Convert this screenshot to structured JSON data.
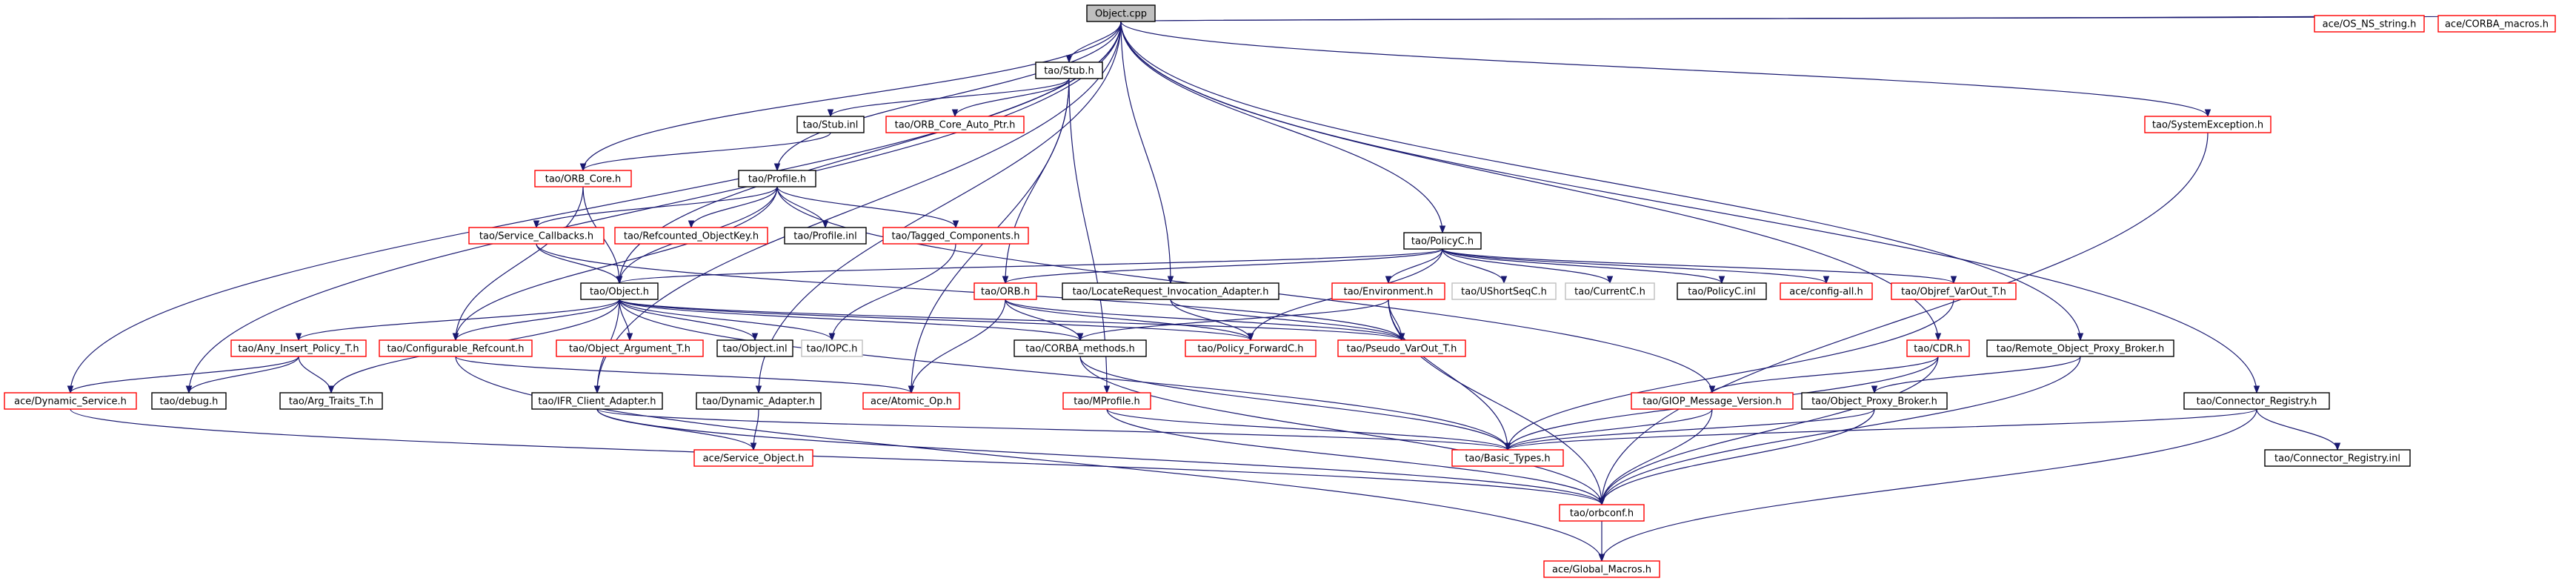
{
  "graph": {
    "colors": {
      "edge": "#191970",
      "border_normal": "#000000",
      "border_link": "#ff0000",
      "border_light": "#bfbfbf",
      "fill_root": "#bfbfbf",
      "fill_normal": "#ffffff"
    },
    "nodes": [
      {
        "id": "object_cpp",
        "label": "Object.cpp",
        "kind": "root"
      },
      {
        "id": "stub_h",
        "label": "tao/Stub.h",
        "kind": "normal"
      },
      {
        "id": "stub_inl",
        "label": "tao/Stub.inl",
        "kind": "normal"
      },
      {
        "id": "orb_core_auto_ptr",
        "label": "tao/ORB_Core_Auto_Ptr.h",
        "kind": "link"
      },
      {
        "id": "orb_core_h",
        "label": "tao/ORB_Core.h",
        "kind": "link"
      },
      {
        "id": "profile_h",
        "label": "tao/Profile.h",
        "kind": "normal"
      },
      {
        "id": "service_callbacks",
        "label": "tao/Service_Callbacks.h",
        "kind": "link"
      },
      {
        "id": "refcounted_objectkey",
        "label": "tao/Refcounted_ObjectKey.h",
        "kind": "link"
      },
      {
        "id": "profile_inl",
        "label": "tao/Profile.inl",
        "kind": "normal"
      },
      {
        "id": "tagged_components",
        "label": "tao/Tagged_Components.h",
        "kind": "link"
      },
      {
        "id": "object_h",
        "label": "tao/Object.h",
        "kind": "normal"
      },
      {
        "id": "policyc_h",
        "label": "tao/PolicyC.h",
        "kind": "normal"
      },
      {
        "id": "orb_h",
        "label": "tao/ORB.h",
        "kind": "link"
      },
      {
        "id": "locaterequest",
        "label": "tao/LocateRequest_Invocation_Adapter.h",
        "kind": "normal"
      },
      {
        "id": "environment_h",
        "label": "tao/Environment.h",
        "kind": "link"
      },
      {
        "id": "ushortseqc",
        "label": "tao/UShortSeqC.h",
        "kind": "light"
      },
      {
        "id": "currentc",
        "label": "tao/CurrentC.h",
        "kind": "light"
      },
      {
        "id": "policyc_inl",
        "label": "tao/PolicyC.inl",
        "kind": "normal"
      },
      {
        "id": "config_all",
        "label": "ace/config-all.h",
        "kind": "link"
      },
      {
        "id": "objref_varout",
        "label": "tao/Objref_VarOut_T.h",
        "kind": "link"
      },
      {
        "id": "any_insert_policy",
        "label": "tao/Any_Insert_Policy_T.h",
        "kind": "link"
      },
      {
        "id": "configurable_refcount",
        "label": "tao/Configurable_Refcount.h",
        "kind": "link"
      },
      {
        "id": "object_argument",
        "label": "tao/Object_Argument_T.h",
        "kind": "link"
      },
      {
        "id": "object_inl",
        "label": "tao/Object.inl",
        "kind": "normal"
      },
      {
        "id": "iiopc",
        "label": "tao/IOPC.h",
        "kind": "light"
      },
      {
        "id": "corba_methods",
        "label": "tao/CORBA_methods.h",
        "kind": "normal"
      },
      {
        "id": "policy_forwardc",
        "label": "tao/Policy_ForwardC.h",
        "kind": "link"
      },
      {
        "id": "pseudo_varout",
        "label": "tao/Pseudo_VarOut_T.h",
        "kind": "link"
      },
      {
        "id": "cdr_h",
        "label": "tao/CDR.h",
        "kind": "link"
      },
      {
        "id": "remote_object_proxy",
        "label": "tao/Remote_Object_Proxy_Broker.h",
        "kind": "normal"
      },
      {
        "id": "systemexception",
        "label": "tao/SystemException.h",
        "kind": "link"
      },
      {
        "id": "os_ns_string",
        "label": "ace/OS_NS_string.h",
        "kind": "link"
      },
      {
        "id": "corba_macros",
        "label": "ace/CORBA_macros.h",
        "kind": "link"
      },
      {
        "id": "dynamic_service",
        "label": "ace/Dynamic_Service.h",
        "kind": "link"
      },
      {
        "id": "debug_h",
        "label": "tao/debug.h",
        "kind": "normal"
      },
      {
        "id": "arg_traits",
        "label": "tao/Arg_Traits_T.h",
        "kind": "normal"
      },
      {
        "id": "ifr_client_adapter",
        "label": "tao/IFR_Client_Adapter.h",
        "kind": "normal"
      },
      {
        "id": "dynamic_adapter",
        "label": "tao/Dynamic_Adapter.h",
        "kind": "normal"
      },
      {
        "id": "atomic_op",
        "label": "ace/Atomic_Op.h",
        "kind": "link"
      },
      {
        "id": "mprofile",
        "label": "tao/MProfile.h",
        "kind": "link"
      },
      {
        "id": "giop_message_version",
        "label": "tao/GIOP_Message_Version.h",
        "kind": "link"
      },
      {
        "id": "object_proxy_broker",
        "label": "tao/Object_Proxy_Broker.h",
        "kind": "normal"
      },
      {
        "id": "connector_registry_h",
        "label": "tao/Connector_Registry.h",
        "kind": "normal"
      },
      {
        "id": "connector_registry_inl",
        "label": "tao/Connector_Registry.inl",
        "kind": "normal"
      },
      {
        "id": "service_object",
        "label": "ace/Service_Object.h",
        "kind": "link"
      },
      {
        "id": "basic_types",
        "label": "tao/Basic_Types.h",
        "kind": "link"
      },
      {
        "id": "orbconf",
        "label": "tao/orbconf.h",
        "kind": "link"
      },
      {
        "id": "global_macros",
        "label": "ace/Global_Macros.h",
        "kind": "link"
      }
    ],
    "edges": [
      [
        "object_cpp",
        "stub_h"
      ],
      [
        "object_cpp",
        "orb_core_h"
      ],
      [
        "object_cpp",
        "profile_h"
      ],
      [
        "object_cpp",
        "object_h"
      ],
      [
        "object_cpp",
        "policyc_h"
      ],
      [
        "object_cpp",
        "locaterequest"
      ],
      [
        "object_cpp",
        "cdr_h"
      ],
      [
        "object_cpp",
        "remote_object_proxy"
      ],
      [
        "object_cpp",
        "systemexception"
      ],
      [
        "object_cpp",
        "os_ns_string"
      ],
      [
        "object_cpp",
        "corba_macros"
      ],
      [
        "object_cpp",
        "dynamic_service"
      ],
      [
        "object_cpp",
        "debug_h"
      ],
      [
        "object_cpp",
        "ifr_client_adapter"
      ],
      [
        "object_cpp",
        "dynamic_adapter"
      ],
      [
        "object_cpp",
        "connector_registry_h"
      ],
      [
        "stub_h",
        "stub_inl"
      ],
      [
        "stub_h",
        "orb_core_auto_ptr"
      ],
      [
        "stub_h",
        "orb_h"
      ],
      [
        "stub_h",
        "mprofile"
      ],
      [
        "stub_h",
        "atomic_op"
      ],
      [
        "stub_inl",
        "orb_core_h"
      ],
      [
        "orb_core_h",
        "object_h"
      ],
      [
        "orb_core_h",
        "configurable_refcount"
      ],
      [
        "profile_h",
        "service_callbacks"
      ],
      [
        "profile_h",
        "refcounted_objectkey"
      ],
      [
        "profile_h",
        "profile_inl"
      ],
      [
        "profile_h",
        "tagged_components"
      ],
      [
        "profile_h",
        "object_h"
      ],
      [
        "profile_h",
        "giop_message_version"
      ],
      [
        "profile_h",
        "configurable_refcount"
      ],
      [
        "service_callbacks",
        "object_h"
      ],
      [
        "service_callbacks",
        "pseudo_varout"
      ],
      [
        "tagged_components",
        "iiopc"
      ],
      [
        "policyc_h",
        "object_h"
      ],
      [
        "policyc_h",
        "orb_h"
      ],
      [
        "policyc_h",
        "environment_h"
      ],
      [
        "policyc_h",
        "ushortseqc"
      ],
      [
        "policyc_h",
        "currentc"
      ],
      [
        "policyc_h",
        "policyc_inl"
      ],
      [
        "policyc_h",
        "config_all"
      ],
      [
        "policyc_h",
        "objref_varout"
      ],
      [
        "policyc_h",
        "policy_forwardc"
      ],
      [
        "object_h",
        "any_insert_policy"
      ],
      [
        "object_h",
        "configurable_refcount"
      ],
      [
        "object_h",
        "object_argument"
      ],
      [
        "object_h",
        "object_inl"
      ],
      [
        "object_h",
        "iiopc"
      ],
      [
        "object_h",
        "corba_methods"
      ],
      [
        "object_h",
        "policy_forwardc"
      ],
      [
        "object_h",
        "pseudo_varout"
      ],
      [
        "object_h",
        "arg_traits"
      ],
      [
        "object_h",
        "ifr_client_adapter"
      ],
      [
        "object_h",
        "basic_types"
      ],
      [
        "orb_h",
        "corba_methods"
      ],
      [
        "orb_h",
        "policy_forwardc"
      ],
      [
        "orb_h",
        "pseudo_varout"
      ],
      [
        "orb_h",
        "atomic_op"
      ],
      [
        "locaterequest",
        "policy_forwardc"
      ],
      [
        "locaterequest",
        "pseudo_varout"
      ],
      [
        "environment_h",
        "corba_methods"
      ],
      [
        "environment_h",
        "pseudo_varout"
      ],
      [
        "environment_h",
        "basic_types"
      ],
      [
        "environment_h",
        "orbconf"
      ],
      [
        "objref_varout",
        "basic_types"
      ],
      [
        "any_insert_policy",
        "dynamic_service"
      ],
      [
        "any_insert_policy",
        "debug_h"
      ],
      [
        "any_insert_policy",
        "arg_traits"
      ],
      [
        "configurable_refcount",
        "atomic_op"
      ],
      [
        "configurable_refcount",
        "global_macros"
      ],
      [
        "corba_methods",
        "basic_types"
      ],
      [
        "corba_methods",
        "orbconf"
      ],
      [
        "cdr_h",
        "giop_message_version"
      ],
      [
        "cdr_h",
        "basic_types"
      ],
      [
        "cdr_h",
        "orbconf"
      ],
      [
        "remote_object_proxy",
        "object_proxy_broker"
      ],
      [
        "remote_object_proxy",
        "orbconf"
      ],
      [
        "systemexception",
        "orbconf"
      ],
      [
        "dynamic_service",
        "orbconf"
      ],
      [
        "ifr_client_adapter",
        "service_object"
      ],
      [
        "ifr_client_adapter",
        "basic_types"
      ],
      [
        "ifr_client_adapter",
        "orbconf"
      ],
      [
        "dynamic_adapter",
        "service_object"
      ],
      [
        "mprofile",
        "basic_types"
      ],
      [
        "mprofile",
        "orbconf"
      ],
      [
        "giop_message_version",
        "basic_types"
      ],
      [
        "giop_message_version",
        "orbconf"
      ],
      [
        "object_proxy_broker",
        "basic_types"
      ],
      [
        "object_proxy_broker",
        "orbconf"
      ],
      [
        "connector_registry_h",
        "connector_registry_inl"
      ],
      [
        "connector_registry_h",
        "basic_types"
      ],
      [
        "connector_registry_h",
        "global_macros"
      ],
      [
        "orbconf",
        "global_macros"
      ]
    ]
  }
}
